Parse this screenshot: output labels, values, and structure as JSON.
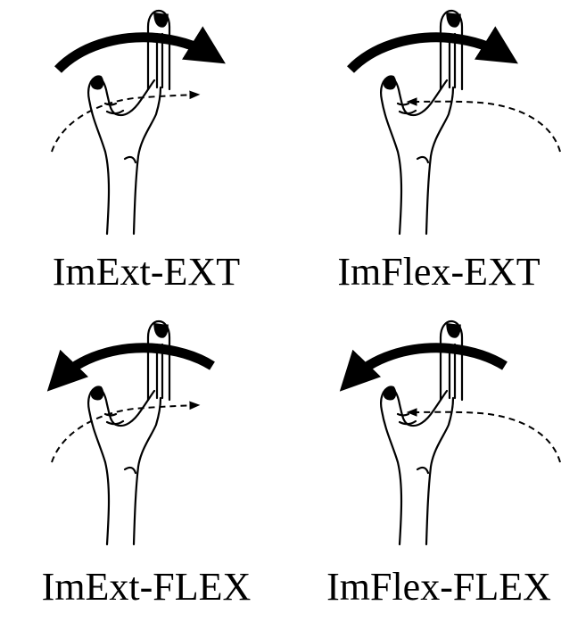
{
  "panels": [
    {
      "label": "ImExt-EXT",
      "finger_motion": "extension",
      "thumb_motion": "extension"
    },
    {
      "label": "ImFlex-EXT",
      "finger_motion": "extension",
      "thumb_motion": "flexion"
    },
    {
      "label": "ImExt-FLEX",
      "finger_motion": "flexion",
      "thumb_motion": "extension"
    },
    {
      "label": "ImFlex-FLEX",
      "finger_motion": "flexion",
      "thumb_motion": "flexion"
    }
  ],
  "colors": {
    "ink": "#000000",
    "background": "#ffffff"
  }
}
